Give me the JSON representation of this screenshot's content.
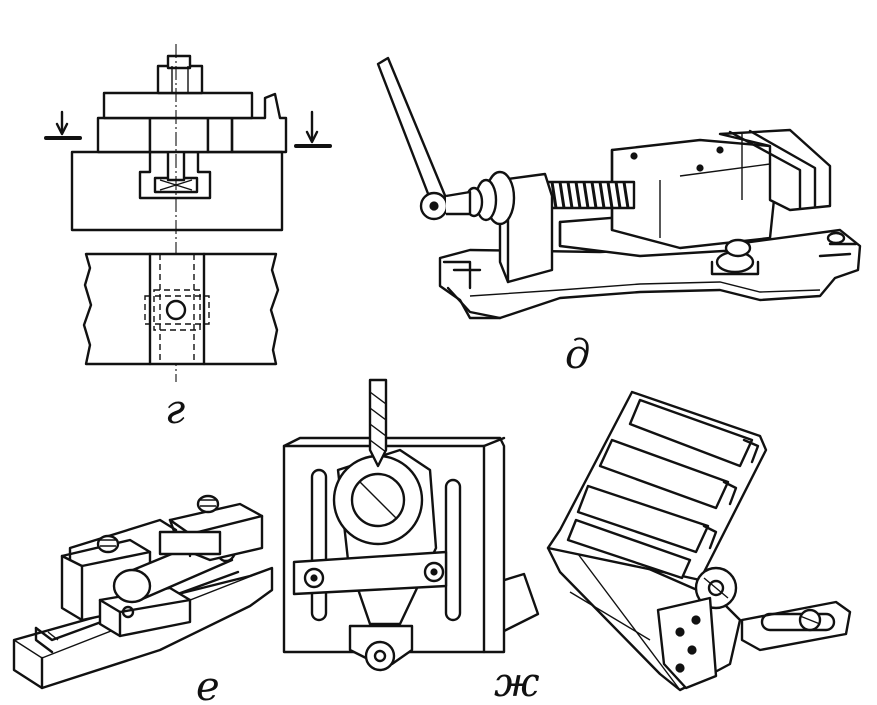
{
  "figures": {
    "g": {
      "label": "г"
    },
    "d": {
      "label": "д"
    },
    "e": {
      "label": "е"
    },
    "zh": {
      "label": "ж"
    }
  },
  "colors": {
    "ink": "#111111",
    "paper": "#ffffff"
  }
}
